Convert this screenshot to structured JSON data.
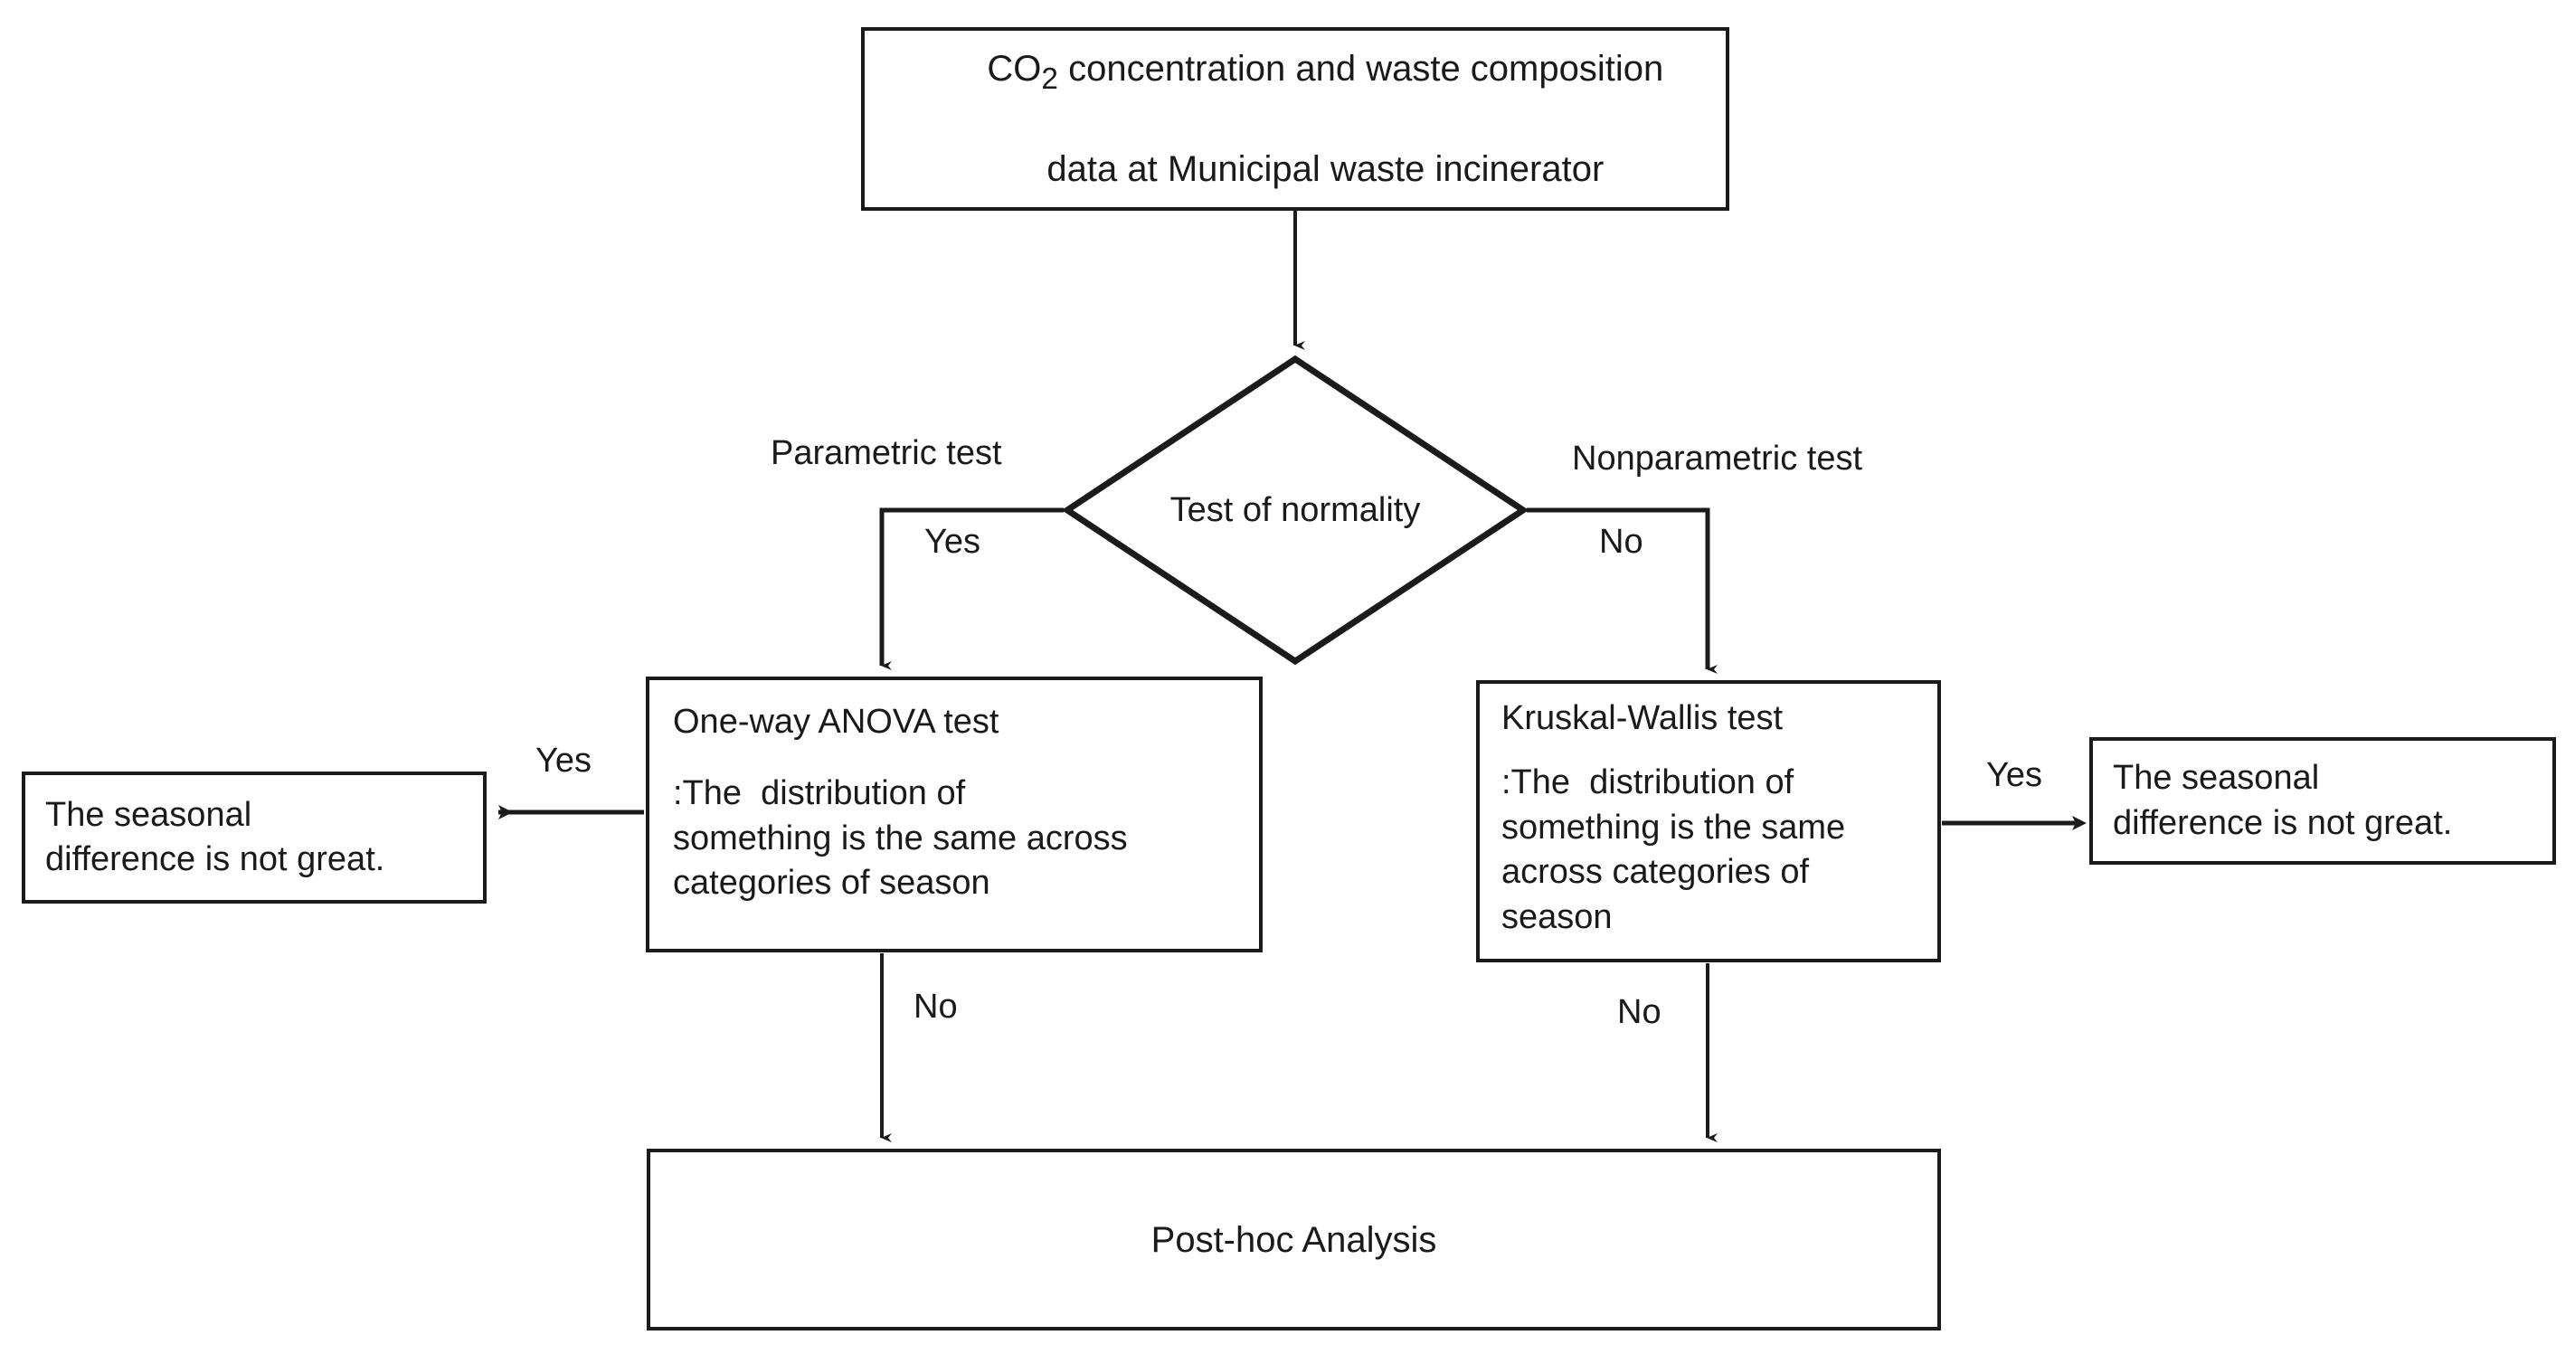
{
  "diagram": {
    "title": "Statistical analysis decision flowchart",
    "background_color": "#ffffff",
    "line_color": "#1b1b1b"
  },
  "nodes": {
    "source": {
      "shape": "rectangle",
      "text_line_1": "CO",
      "text_subscript": "2",
      "text_line_1_rest": " concentration and waste composition",
      "text_line_2": "data at Municipal waste incinerator"
    },
    "decision": {
      "shape": "diamond",
      "label": "Test of\nnormality"
    },
    "anova": {
      "shape": "rectangle",
      "heading": "One-way ANOVA test",
      "body": ":The  distribution of\nsomething is the same across\ncategories of season"
    },
    "kruskal": {
      "shape": "rectangle",
      "heading": "Kruskal-Wallis test",
      "body": ":The  distribution of\nsomething is the same\nacross categories of\nseason"
    },
    "outcome_left": {
      "shape": "rectangle",
      "text": "The seasonal\ndifference is not great."
    },
    "outcome_right": {
      "shape": "rectangle",
      "text": "The seasonal\ndifference is not great."
    },
    "posthoc": {
      "shape": "rectangle",
      "text": "Post-hoc Analysis"
    }
  },
  "edge_labels": {
    "parametric": "Parametric test",
    "nonparametric": "Nonparametric test",
    "decision_yes": "Yes",
    "decision_no": "No",
    "anova_yes": "Yes",
    "kruskal_yes": "Yes",
    "anova_no": "No",
    "kruskal_no": "No"
  }
}
